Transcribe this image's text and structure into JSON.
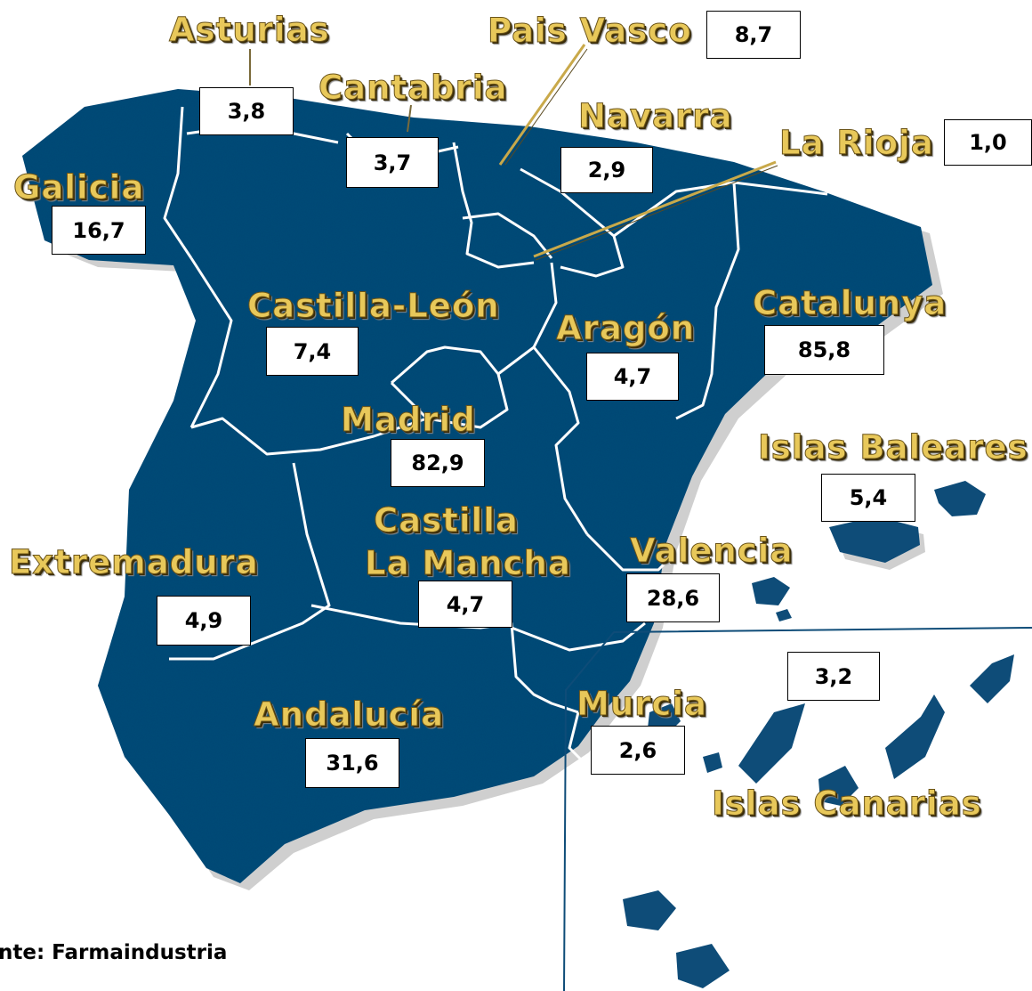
{
  "map": {
    "colors": {
      "land": "#0e4c78",
      "border": "#ffffff",
      "label": "#e8c85a",
      "shadow": "#c8c8c8"
    },
    "regions": [
      {
        "id": "asturias",
        "name": "Asturias",
        "value": "3,8"
      },
      {
        "id": "cantabria",
        "name": "Cantabria",
        "value": "3,7"
      },
      {
        "id": "pais-vasco",
        "name": "Pais Vasco",
        "value": "8,7"
      },
      {
        "id": "navarra",
        "name": "Navarra",
        "value": "2,9"
      },
      {
        "id": "la-rioja",
        "name": "La Rioja",
        "value": "1,0"
      },
      {
        "id": "galicia",
        "name": "Galicia",
        "value": "16,7"
      },
      {
        "id": "castilla-leon",
        "name": "Castilla-León",
        "value": "7,4"
      },
      {
        "id": "aragon",
        "name": "Aragón",
        "value": "4,7"
      },
      {
        "id": "catalunya",
        "name": "Catalunya",
        "value": "85,8"
      },
      {
        "id": "madrid",
        "name": "Madrid",
        "value": "82,9"
      },
      {
        "id": "islas-baleares",
        "name": "Islas Baleares",
        "value": "5,4"
      },
      {
        "id": "castilla-la-mancha",
        "name_line1": "Castilla",
        "name_line2": "La Mancha",
        "value": "4,7"
      },
      {
        "id": "extremadura",
        "name": "Extremadura",
        "value": "4,9"
      },
      {
        "id": "valencia",
        "name": "Valencia",
        "value": "28,6"
      },
      {
        "id": "andalucia",
        "name": "Andalucía",
        "value": "31,6"
      },
      {
        "id": "murcia",
        "name": "Murcia",
        "value": "2,6"
      },
      {
        "id": "islas-canarias",
        "name": "Islas Canarias",
        "value": "3,2"
      }
    ]
  },
  "source": "nte: Farmaindustria"
}
